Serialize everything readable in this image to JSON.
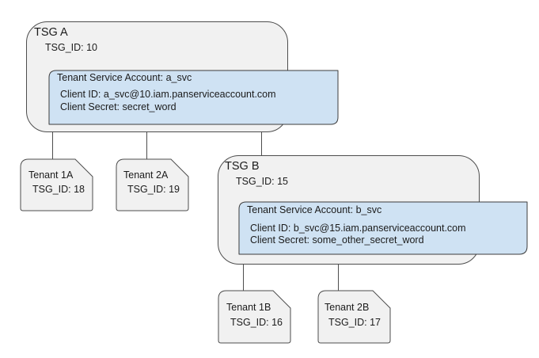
{
  "colors": {
    "box_fill": "#f1f1f1",
    "box_stroke": "#4d4d4d",
    "account_fill": "#cfe2f3",
    "account_stroke": "#3c3c3c",
    "text": "#1b1b1b"
  },
  "tsg_a": {
    "title": "TSG A",
    "tsg_id": "TSG_ID: 10",
    "service_account": {
      "title": "Tenant Service Account: a_svc",
      "client_id": "Client ID: a_svc@10.iam.panserviceaccount.com",
      "client_secret": "Client Secret: secret_word"
    },
    "tenants": [
      {
        "name": "Tenant 1A",
        "tsg_id": "TSG_ID: 18"
      },
      {
        "name": "Tenant 2A",
        "tsg_id": "TSG_ID: 19"
      }
    ]
  },
  "tsg_b": {
    "title": "TSG B",
    "tsg_id": "TSG_ID: 15",
    "service_account": {
      "title": "Tenant Service Account: b_svc",
      "client_id": "Client ID: b_svc@15.iam.panserviceaccount.com",
      "client_secret": "Client Secret: some_other_secret_word"
    },
    "tenants": [
      {
        "name": "Tenant 1B",
        "tsg_id": "TSG_ID: 16"
      },
      {
        "name": "Tenant 2B",
        "tsg_id": "TSG_ID: 17"
      }
    ]
  }
}
